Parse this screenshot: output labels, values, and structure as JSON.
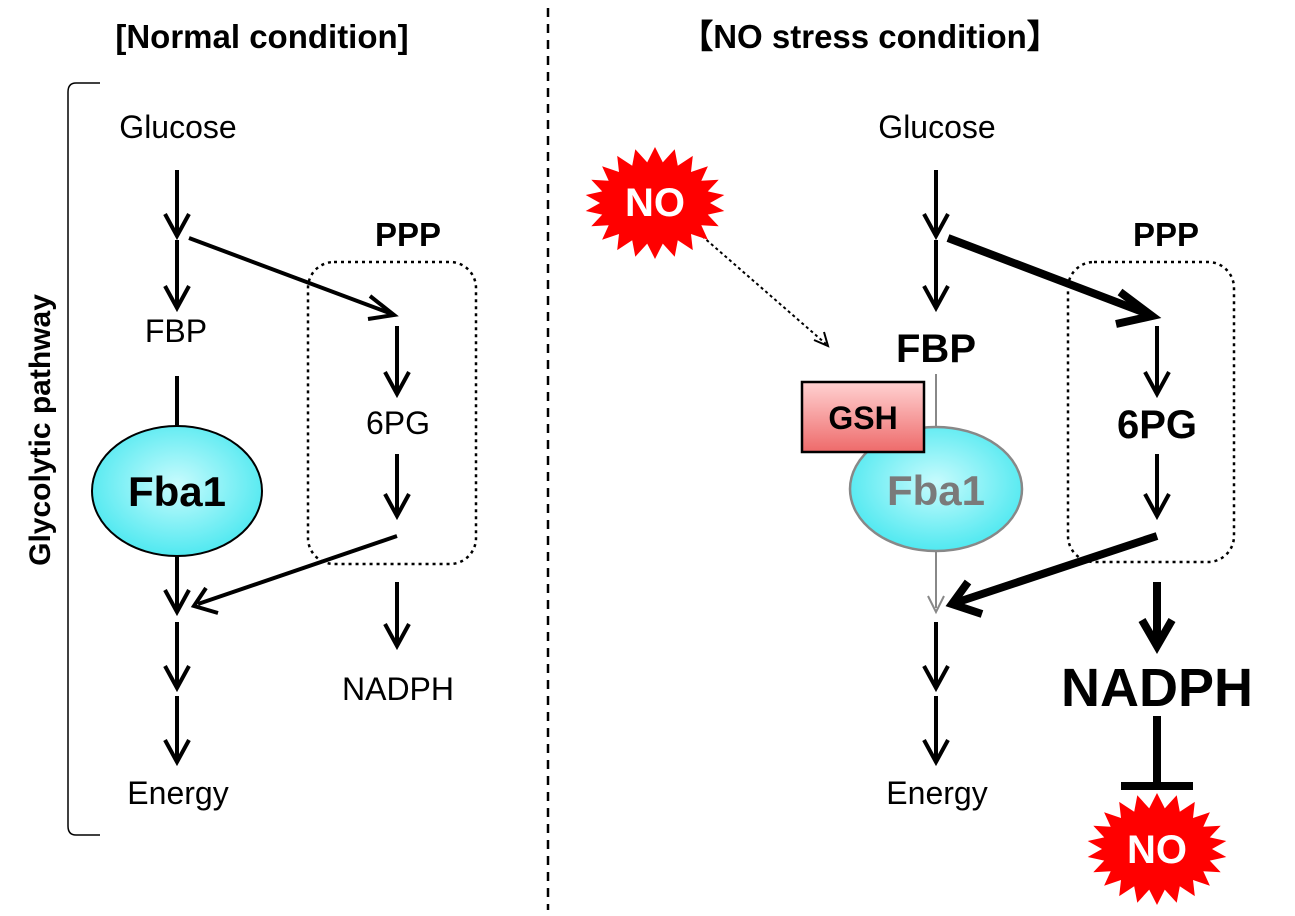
{
  "left_panel": {
    "title": "[Normal condition]",
    "side_label": "Glycolytic pathway",
    "nodes": {
      "glucose": "Glucose",
      "fbp": "FBP",
      "enzyme": "Fba1",
      "ppp": "PPP",
      "pg6": "6PG",
      "nadph": "NADPH",
      "energy": "Energy"
    }
  },
  "right_panel": {
    "title": "【NO stress condition】",
    "nodes": {
      "glucose": "Glucose",
      "fbp": "FBP",
      "gsh": "GSH",
      "enzyme": "Fba1",
      "ppp": "PPP",
      "pg6": "6PG",
      "nadph": "NADPH",
      "energy": "Energy",
      "no_top": "NO",
      "no_bottom": "NO"
    }
  },
  "colors": {
    "enzyme_fill": "#66f0f5",
    "no_burst": "#ff0000",
    "gsh_fill": "#f07a7a",
    "inhibited_gray": "#888888"
  }
}
